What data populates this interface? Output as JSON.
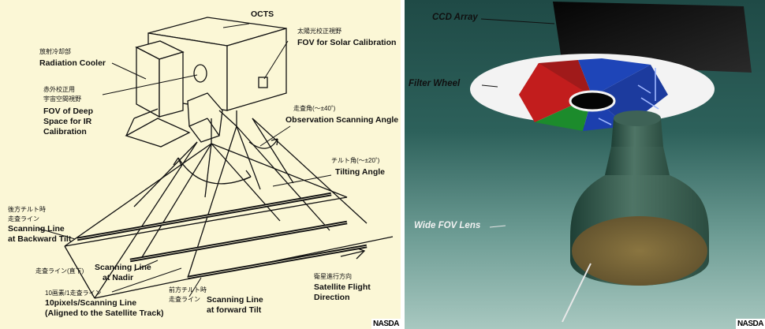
{
  "left": {
    "octs": "OCTS",
    "solar_jp": "太陽光校正視野",
    "solar_en": "FOV for Solar Calibration",
    "cooler_jp": "放射冷却部",
    "cooler_en": "Radiation Cooler",
    "deep_jp_1": "赤外校正用",
    "deep_jp_2": "宇宙空間視野",
    "deep_en_1": "FOV of Deep",
    "deep_en_2": "Space for IR",
    "deep_en_3": "Calibration",
    "obs_jp": "走査角(～±40˚)",
    "obs_en": "Observation Scanning Angle",
    "tilt_jp": "チルト角(～±20˚)",
    "tilt_en": "Tilting Angle",
    "back_jp_1": "後方チルト時",
    "back_jp_2": "走査ライン",
    "back_en_1": "Scanning Line",
    "back_en_2": "at Backward Tilt",
    "nadir_jp": "走査ライン(直下)",
    "nadir_en_1": "Scanning Line",
    "nadir_en_2": "at Nadir",
    "pix_jp": "10画素/1走査ライン",
    "pix_en_1": "10pixels/Scanning Line",
    "pix_en_2": "(Aligned to the Satellite Track)",
    "fwd_jp_1": "前方チルト時",
    "fwd_jp_2": "走査ライン",
    "fwd_en_1": "Scanning Line",
    "fwd_en_2": "at forward Tilt",
    "dir_jp": "衛星進行方向",
    "dir_en_1": "Satellite Flight",
    "dir_en_2": "Direction",
    "logo": "NASDA"
  },
  "right": {
    "ccd": "CCD Array",
    "filter": "Filter Wheel",
    "lens": "Wide FOV Lens",
    "logo": "NASDA"
  }
}
